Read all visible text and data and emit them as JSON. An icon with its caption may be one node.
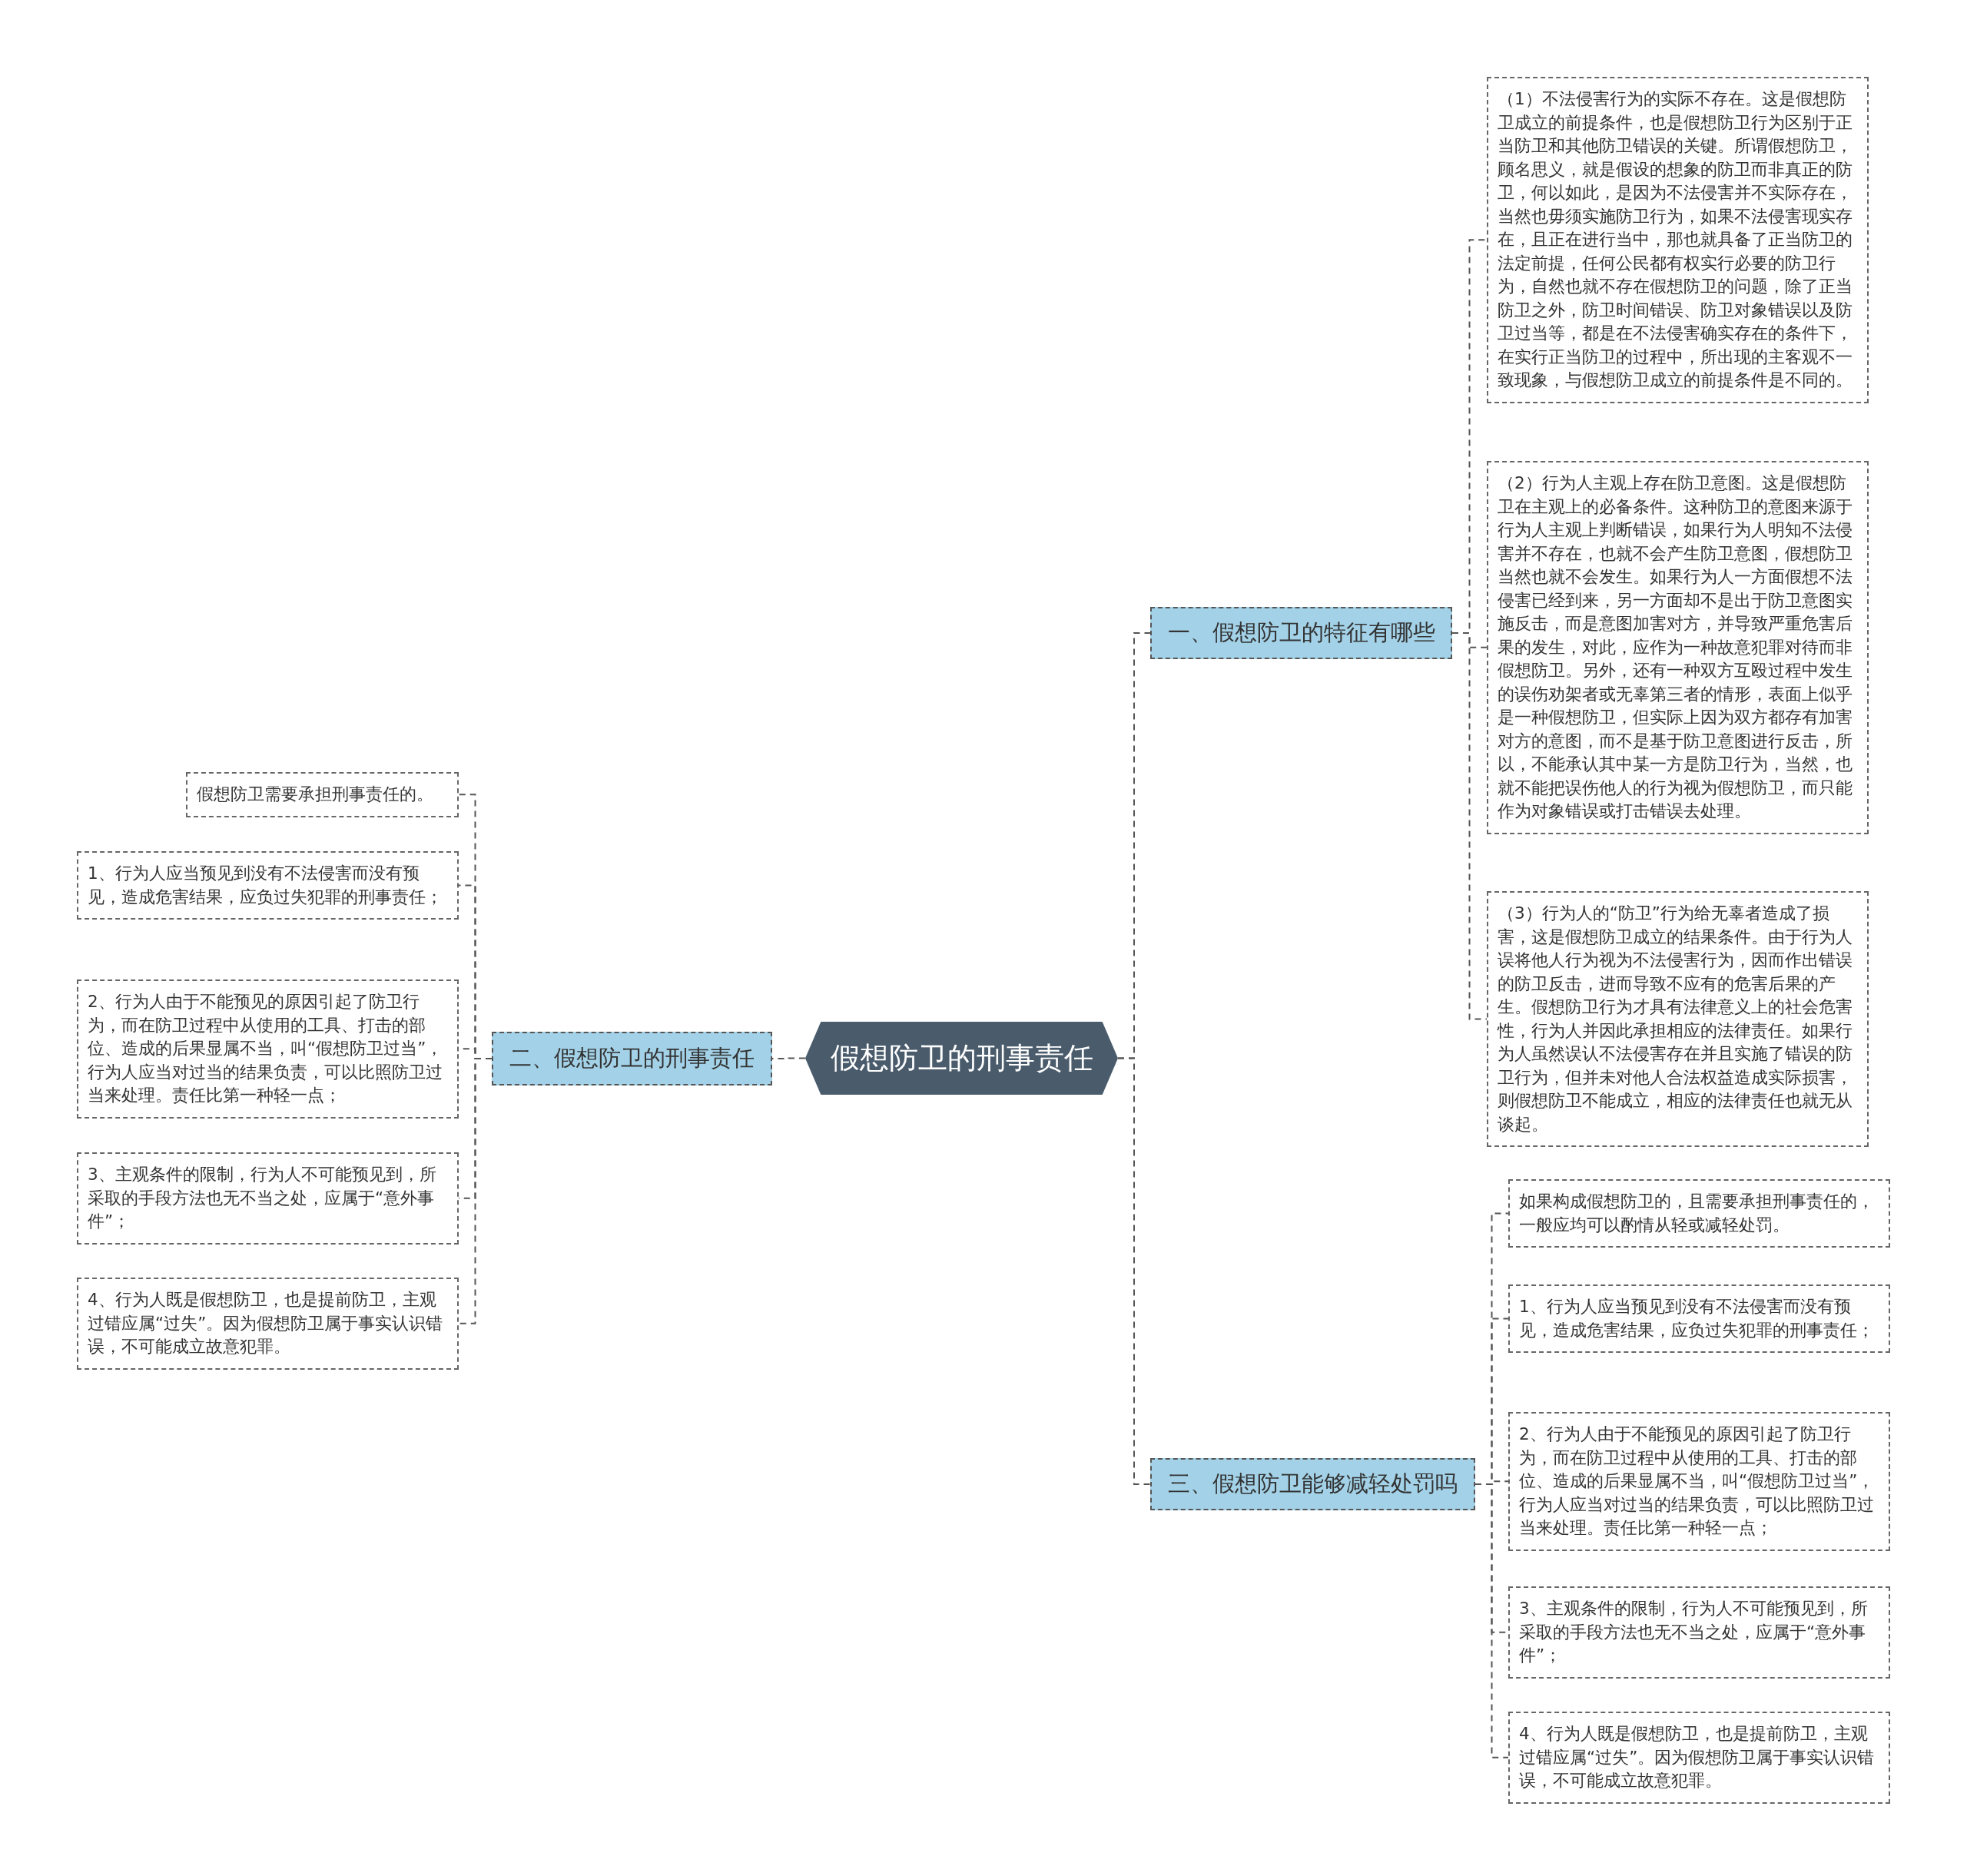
{
  "diagram": {
    "nodes": [
      {
        "text": [
          "假想防卫的刑事责任"
        ]
      },
      {
        "text": [
          "一、假想防卫的特征有哪些"
        ]
      },
      {
        "text": [
          "（1）不法侵害行为的实际不存在。这是假想防卫成立的前提条件，也是假想防卫行为区别于正当防卫和其他防卫错误的关键。所谓假想防卫，顾名思义，就是假设的想象的防卫而非真正的防卫，何以如此，是因为不法侵害并不实际存在，当然也毋须实施防卫行为，如果不法侵害现实存在，且正在进行当中，那也就具备了正当防卫的法定前提，任何公民都有权实行必要的防卫行为，自然也就不存在假想防卫的问题，除了正当防卫之外，防卫时间错误、防卫对象错误以及防卫过当等，都是在不法侵害确实存在的条件下，在实行正当防卫的过程中，所出现的主客观不一致现象，与假想防卫成立的前提条件是不同的。"
        ]
      },
      {
        "text": [
          "（2）行为人主观上存在防卫意图。这是假想防卫在主观上的必备条件。这种防卫的意图来源于行为人主观上判断错误，如果行为人明知不法侵害并不存在，也就不会产生防卫意图，假想防卫当然也就不会发生。如果行为人一方面假想不法侵害已经到来，另一方面却不是出于防卫意图实施反击，而是意图加害对方，并导致严重危害后果的发生，对此，应作为一种故意犯罪对待而非假想防卫。另外，还有一种双方互殴过程中发生的误伤劝架者或无辜第三者的情形，表面上似乎是一种假想防卫，但实际上因为双方都存有加害对方的意图，而不是基于防卫意图进行反击，所以，不能承认其中某一方是防卫行为，当然，也就不能把误伤他人的行为视为假想防卫，而只能作为对象错误或打击错误去处理。"
        ]
      },
      {
        "text": [
          "（3）行为人的“防卫”行为给无辜者造成了损害，这是假想防卫成立的结果条件。由于行为人误将他人行为视为不法侵害行为，因而作出错误的防卫反击，进而导致不应有的危害后果的产生。假想防卫行为才具有法律意义上的社会危害性，行为人并因此承担相应的法律责任。如果行为人虽然误认不法侵害存在并且实施了错误的防卫行为，但并未对他人合法权益造成实际损害，则假想防卫不能成立，相应的法律责任也就无从谈起。"
        ]
      },
      {
        "text": [
          "二、假想防卫的刑事责任"
        ]
      },
      {
        "text": [
          "假想防卫需要承担刑事责任的。"
        ]
      },
      {
        "text": [
          "1、行为人应当预见到没有不法侵害而没有预见，造成危害结果，应负过失犯罪的刑事责任；"
        ]
      },
      {
        "text": [
          "2、行为人由于不能预见的原因引起了防卫行为，而在防卫过程中从使用的工具、打击的部位、造成的后果显属不当，叫“假想防卫过当”，行为人应当对过当的结果负责，可以比照防卫过当来处理。责任比第一种轻一点；"
        ]
      },
      {
        "text": [
          "3、主观条件的限制，行为人不可能预见到，所采取的手段方法也无不当之处，应属于“意外事件”；"
        ]
      },
      {
        "text": [
          "4、行为人既是假想防卫，也是提前防卫，主观过错应属“过失”。因为假想防卫属于事实认识错误，不可能成立故意犯罪。"
        ]
      },
      {
        "text": [
          "三、假想防卫能够减轻处罚吗"
        ]
      },
      {
        "text": [
          "如果构成假想防卫的，且需要承担刑事责任的，一般应均可以酌情从轻或减轻处罚。"
        ]
      },
      {
        "text": [
          "1、行为人应当预见到没有不法侵害而没有预见，造成危害结果，应负过失犯罪的刑事责任；"
        ]
      },
      {
        "text": [
          "2、行为人由于不能预见的原因引起了防卫行为，而在防卫过程中从使用的工具、打击的部位、造成的后果显属不当，叫“假想防卫过当”，行为人应当对过当的结果负责，可以比照防卫过当来处理。责任比第一种轻一点；"
        ]
      },
      {
        "text": [
          "3、主观条件的限制，行为人不可能预见到，所采取的手段方法也无不当之处，应属于“意外事件”；"
        ]
      },
      {
        "text": [
          "4、行为人既是假想防卫，也是提前防卫，主观过错应属“过失”。因为假想防卫属于事实认识错误，不可能成立故意犯罪。"
        ]
      }
    ],
    "edges": [
      {
        "from": 0,
        "to": 1,
        "arrow": "none",
        "style": "dashed"
      },
      {
        "from": 1,
        "to": 2,
        "arrow": "none",
        "style": "dashed"
      },
      {
        "from": 1,
        "to": 3,
        "arrow": "none",
        "style": "dashed"
      },
      {
        "from": 1,
        "to": 4,
        "arrow": "none",
        "style": "dashed"
      },
      {
        "from": 0,
        "to": 5,
        "arrow": "none",
        "style": "dashed"
      },
      {
        "from": 5,
        "to": 6,
        "arrow": "none",
        "style": "dashed"
      },
      {
        "from": 5,
        "to": 7,
        "arrow": "none",
        "style": "dashed"
      },
      {
        "from": 5,
        "to": 8,
        "arrow": "none",
        "style": "dashed"
      },
      {
        "from": 5,
        "to": 9,
        "arrow": "none",
        "style": "dashed"
      },
      {
        "from": 5,
        "to": 10,
        "arrow": "none",
        "style": "dashed"
      },
      {
        "from": 0,
        "to": 11,
        "arrow": "none",
        "style": "dashed"
      },
      {
        "from": 11,
        "to": 12,
        "arrow": "none",
        "style": "dashed"
      },
      {
        "from": 11,
        "to": 13,
        "arrow": "none",
        "style": "dashed"
      },
      {
        "from": 11,
        "to": 14,
        "arrow": "none",
        "style": "dashed"
      },
      {
        "from": 11,
        "to": 15,
        "arrow": "none",
        "style": "dashed"
      },
      {
        "from": 11,
        "to": 16,
        "arrow": "none",
        "style": "dashed"
      }
    ]
  }
}
